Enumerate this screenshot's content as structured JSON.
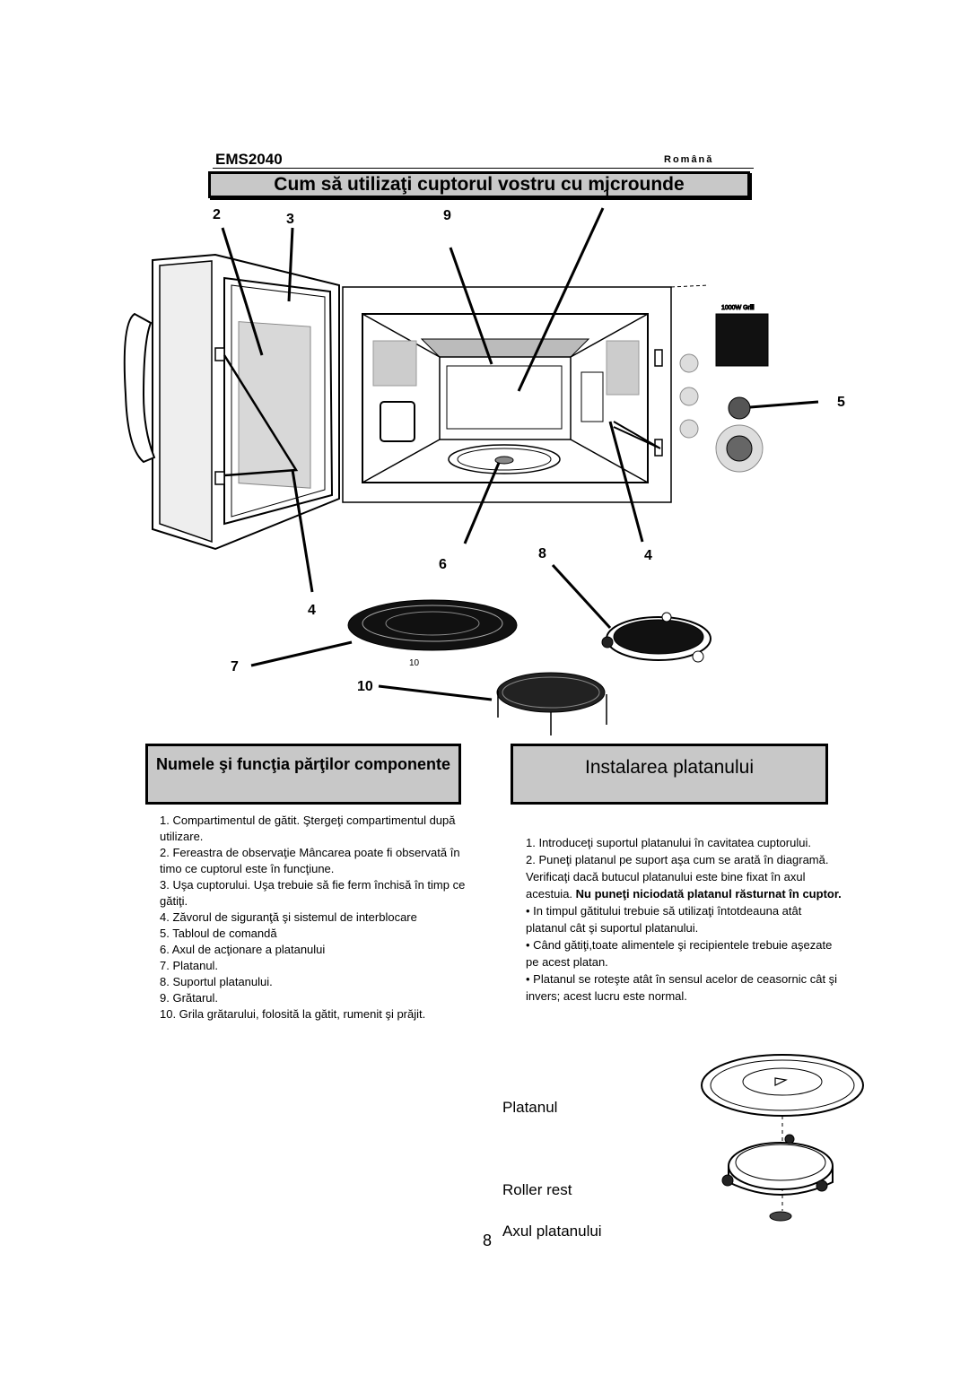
{
  "header": {
    "model": "EMS2040",
    "language": "Română"
  },
  "title": "Cum să utilizaţi cuptorul vostru cu microunde",
  "diagram": {
    "callouts": [
      "1",
      "2",
      "3",
      "9",
      "5",
      "6",
      "8",
      "4",
      "4",
      "7",
      "10",
      "10"
    ],
    "panel_text": "1000W Grill"
  },
  "section_left": {
    "title": "Numele şi funcţia părţilor componente",
    "items": [
      "1. Compartimentul de gătit. Ştergeţi compartimentul după utilizare.",
      "2. Fereastra de observaţie Mâncarea poate fi observată în timo ce cuptorul este în funcţiune.",
      "3. Uşa cuptorului. Uşa trebuie să fie ferm închisă în timp ce  gătiţi.",
      "4. Zăvorul de siguranţă şi sistemul de interblocare",
      "5. Tabloul de comandă",
      "6. Axul de acţionare a platanului",
      "7. Platanul.",
      "8. Suportul platanului.",
      "9. Grătarul.",
      "10. Grila grătarului, folosită la gătit, rumenit şi prăjit."
    ]
  },
  "section_right": {
    "title": "Instalarea platanului",
    "item1": "1. Introduceţi  suportul platanului în cavitatea cuptorului.",
    "item2_pre": "2. Puneţi platanul pe suport aşa cum se arată în diagramă. Verificaţi dacă butucul platanului  este bine fixat în axul acestuia. ",
    "item2_bold": "Nu puneţi niciodată platanul răsturnat în cuptor.",
    "bullets": [
      "• In timpul gătitului trebuie să  utilizaţi întotdeauna atât platanul cât şi suportul platanului.",
      "• Când gătiţi,toate alimentele şi recipientele trebuie aşezate pe acest platan.",
      "• Platanul se roteşte atât în sensul acelor de ceasornic cât şi invers; acest lucru este normal."
    ]
  },
  "assembly_labels": {
    "platter": "Platanul",
    "roller": "Roller rest",
    "axle": "Axul platanului"
  },
  "page_number": "8"
}
